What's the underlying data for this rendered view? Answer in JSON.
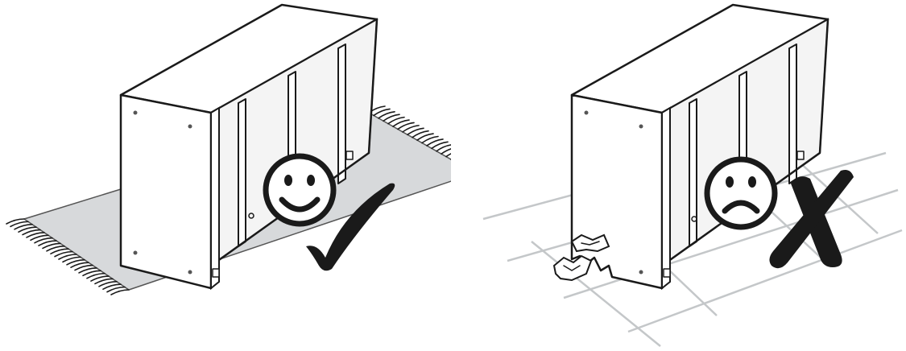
{
  "panels": [
    {
      "id": "correct",
      "scene": "shelf-on-rug",
      "verdict": "correct",
      "face_icon": "smiley-face-icon",
      "mark_icon": "check-mark-icon"
    },
    {
      "id": "incorrect",
      "scene": "shelf-on-hard-floor",
      "verdict": "incorrect",
      "face_icon": "sad-face-icon",
      "mark_icon": "cross-mark-icon"
    }
  ],
  "colors": {
    "ink": "#1a1a1a",
    "rug": "#d7d9db",
    "tile_lines": "#c4c7c9",
    "background": "#ffffff"
  }
}
